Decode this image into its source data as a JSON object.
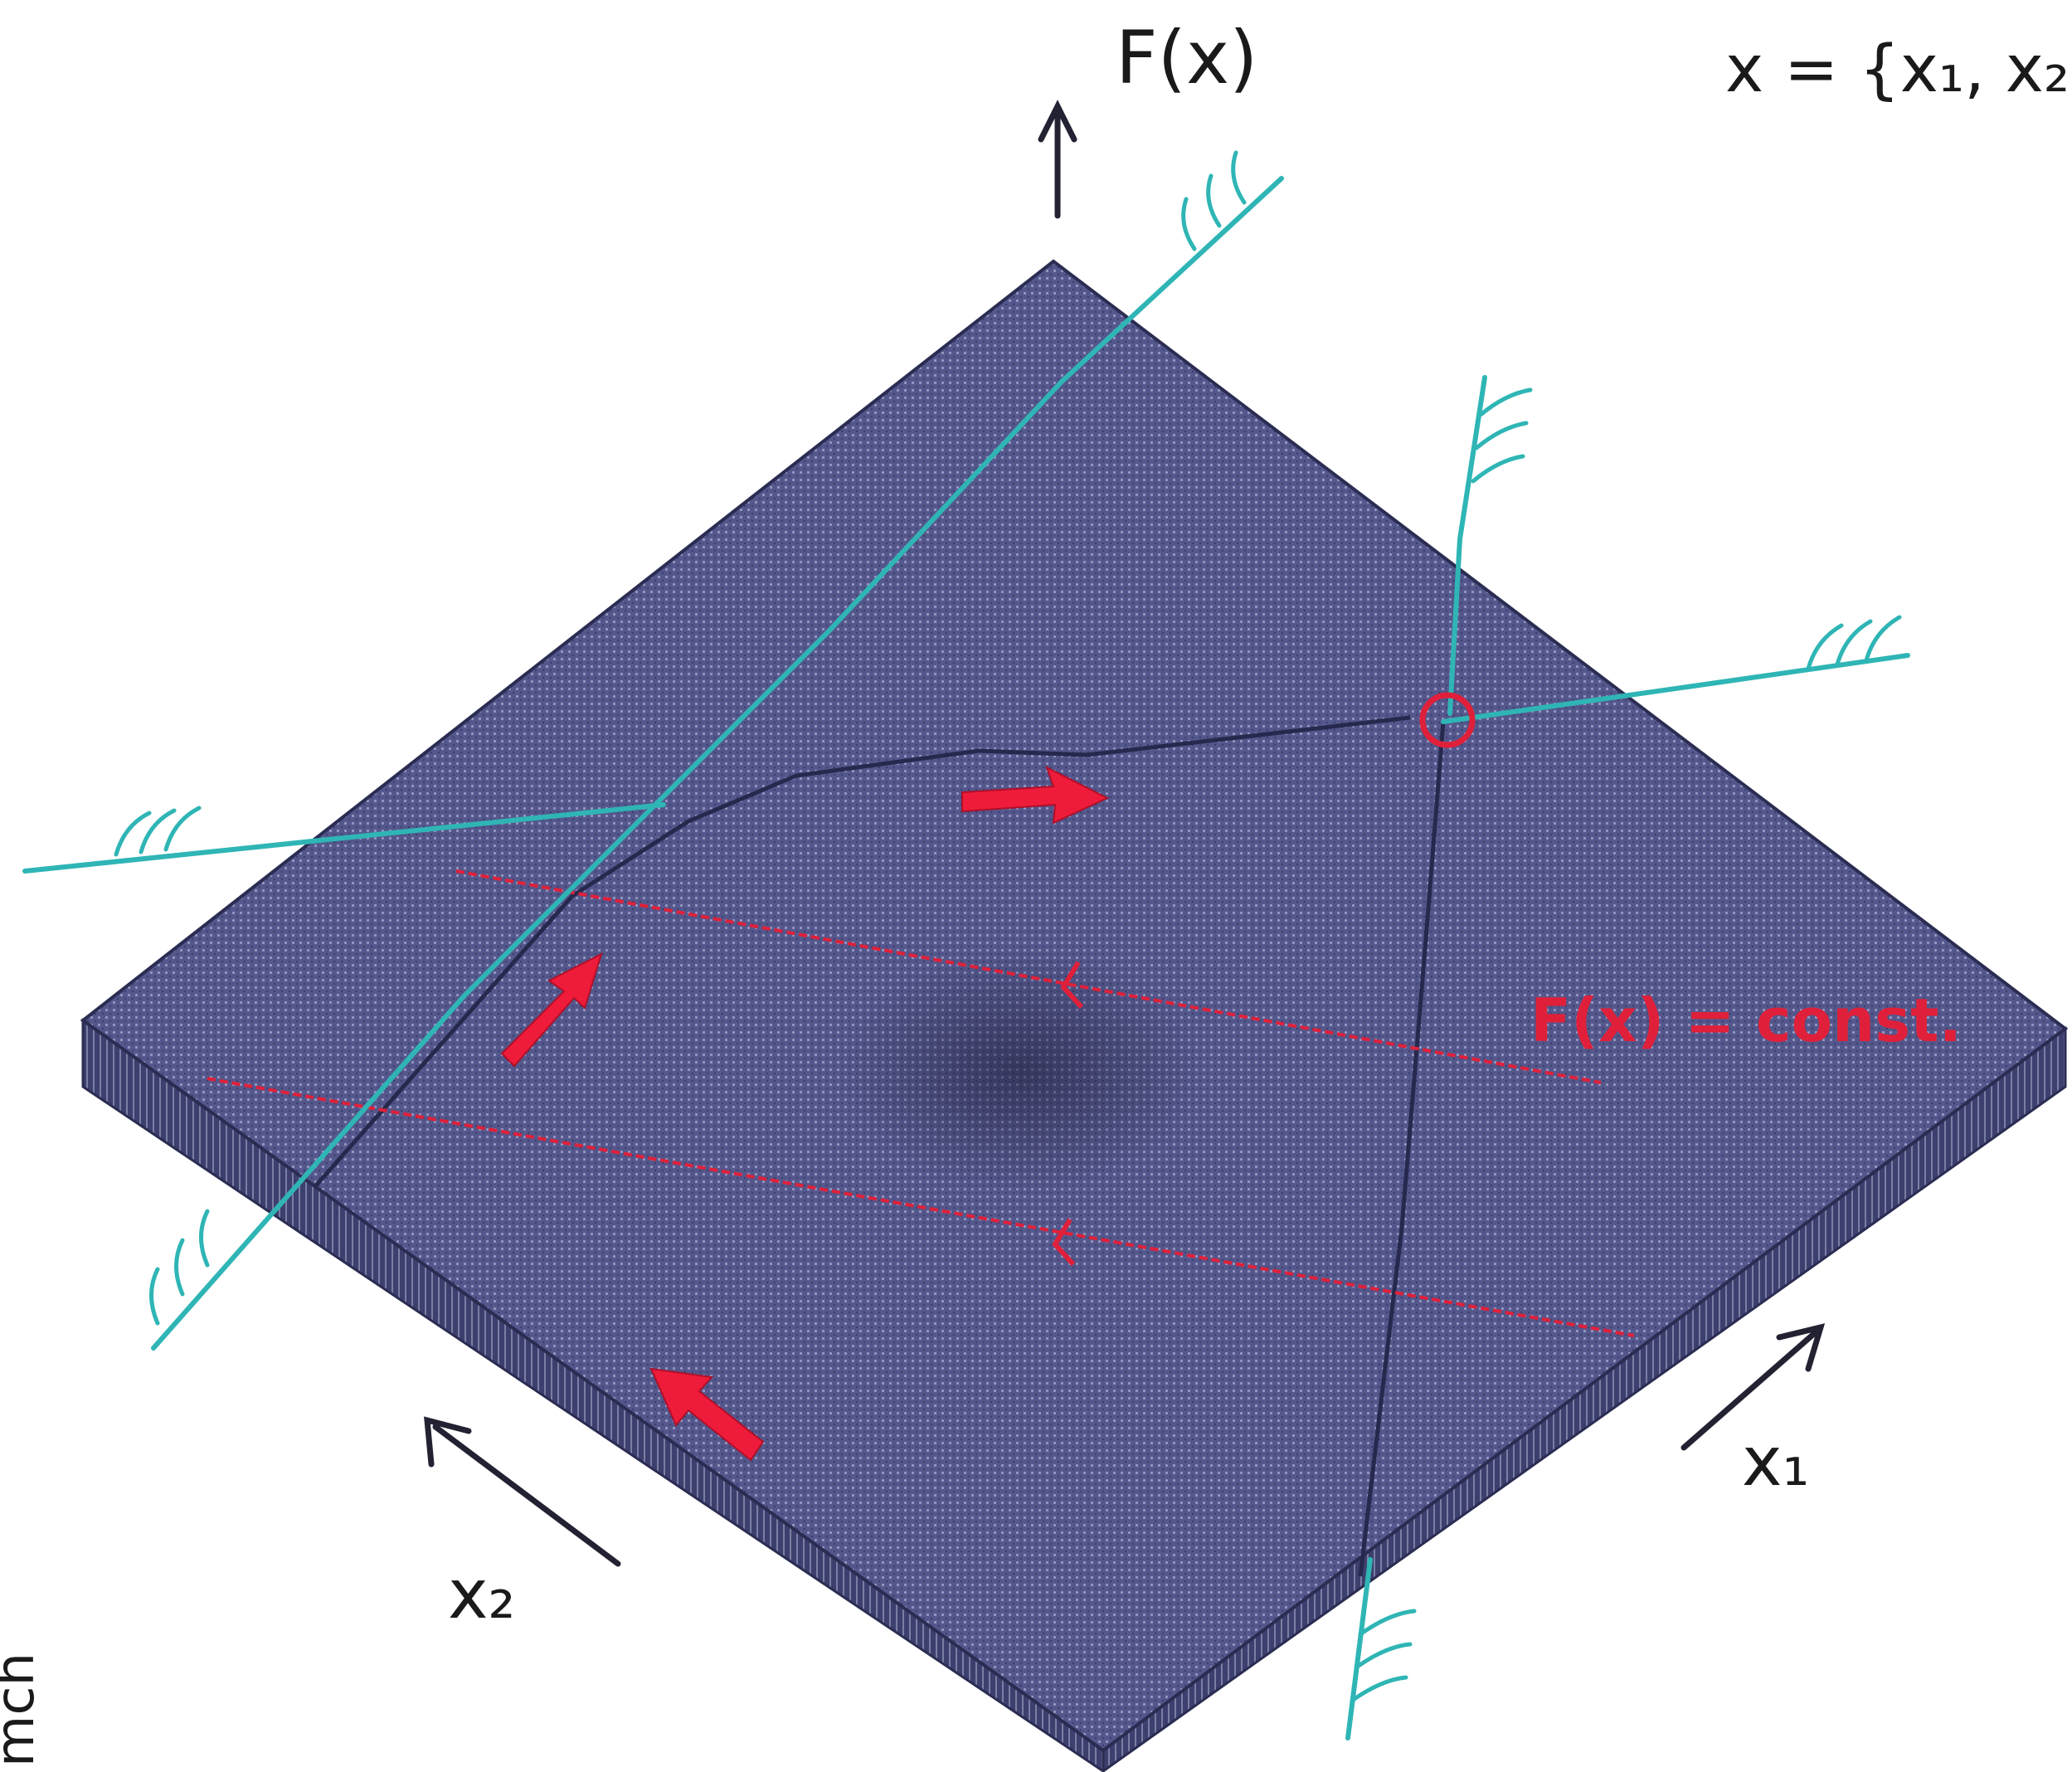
{
  "labels": {
    "function_axis": "F(x)",
    "vector_definition": "x = {x₁, x₂",
    "axis_x1": "x₁",
    "axis_x2": "x₂",
    "isoline": "F(x) = const.",
    "corner_note": "mch"
  },
  "colors": {
    "background": "#ffffff",
    "plate_top": "#54578c",
    "plate_side": "#3d406e",
    "plate_edge": "#2a2c52",
    "constraint": "#2fb5b5",
    "isoline": "#e0203a",
    "arrow_red": "#ee1c3a",
    "axis_arrow": "#222233",
    "path_line": "#26294d"
  },
  "elements": {
    "optimum_marker": "circle",
    "hatch": "constraint hatching"
  }
}
